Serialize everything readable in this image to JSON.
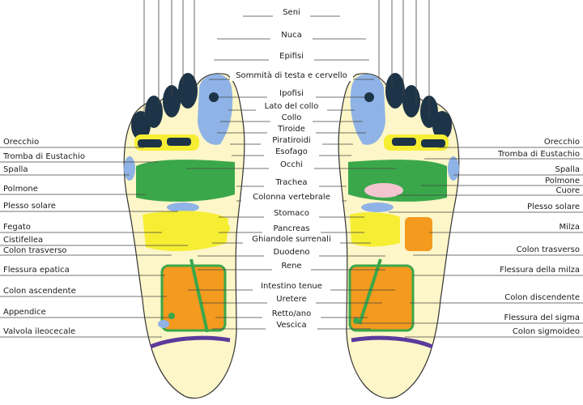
{
  "colors": {
    "foot": "#fdf6c8",
    "toe_dark": "#1d3347",
    "blue": "#8fb3e6",
    "green": "#3aa84a",
    "yellow": "#f6ee33",
    "orange": "#f39a1f",
    "pink": "#f4c4cf",
    "purple": "#5b3a9c",
    "teal": "#5aa9a8"
  },
  "center_labels": [
    "Seni",
    "Nuca",
    "Epifisi",
    "Sommità di testa e cervello",
    "Ipofisi",
    "Lato del collo",
    "Collo",
    "Tiroide",
    "Piratiroidi",
    "Esofago",
    "Occhi",
    "Trachea",
    "Colonna vertebrale",
    "Stomaco",
    "Pancreas",
    "Ghiandole surrenali",
    "Duodeno",
    "Rene",
    "Intestino tenue",
    "Uretere",
    "Retto/ano",
    "Vescica"
  ],
  "left_labels": [
    "Orecchio",
    "Tromba di Eustachio",
    "Spalla",
    "Polmone",
    "Plesso solare",
    "Fegato",
    "Cistifellea",
    "Colon trasverso",
    "Flessura epatica",
    "Colon ascendente",
    "Appendice",
    "Valvola ileocecale"
  ],
  "right_labels": [
    "Orecchio",
    "Tromba di Eustachio",
    "Spalla",
    "Polmone",
    "Cuore",
    "Plesso solare",
    "Milza",
    "Colon trasverso",
    "Flessura della milza",
    "Colon discendente",
    "Flessura del sigma",
    "Colon sigmoideo"
  ]
}
